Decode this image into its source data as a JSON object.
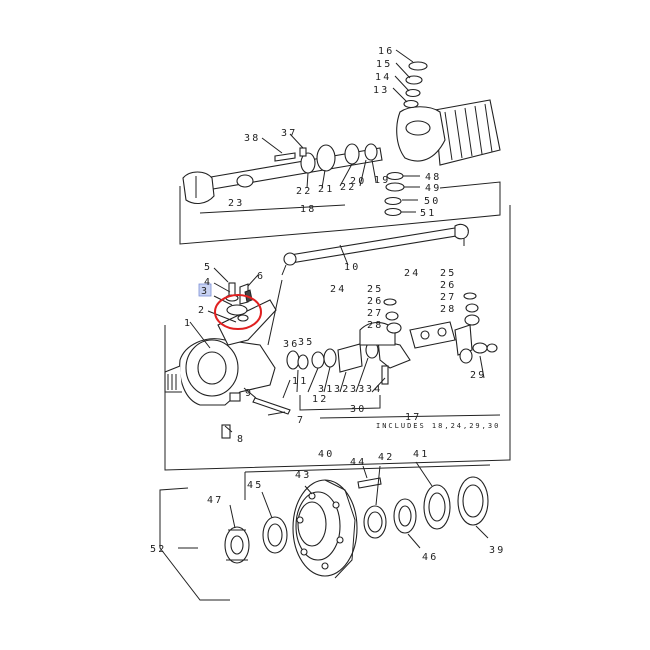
{
  "diagram": {
    "callouts": [
      {
        "id": "c16",
        "text": "16"
      },
      {
        "id": "c15",
        "text": "15"
      },
      {
        "id": "c14",
        "text": "14"
      },
      {
        "id": "c13",
        "text": "13"
      },
      {
        "id": "c38",
        "text": "38"
      },
      {
        "id": "c37",
        "text": "37"
      },
      {
        "id": "c22a",
        "text": "22"
      },
      {
        "id": "c21",
        "text": "21"
      },
      {
        "id": "c22b",
        "text": "22"
      },
      {
        "id": "c20",
        "text": "20"
      },
      {
        "id": "c19",
        "text": "19"
      },
      {
        "id": "c48",
        "text": "48"
      },
      {
        "id": "c49",
        "text": "49"
      },
      {
        "id": "c50",
        "text": "50"
      },
      {
        "id": "c51",
        "text": "51"
      },
      {
        "id": "c23",
        "text": "23"
      },
      {
        "id": "c18",
        "text": "18"
      },
      {
        "id": "c10",
        "text": "10"
      },
      {
        "id": "c5",
        "text": "5"
      },
      {
        "id": "c4",
        "text": "4"
      },
      {
        "id": "c3",
        "text": "3"
      },
      {
        "id": "c6",
        "text": "6"
      },
      {
        "id": "c2",
        "text": "2"
      },
      {
        "id": "c1",
        "text": "1"
      },
      {
        "id": "c24a",
        "text": "24"
      },
      {
        "id": "c25a",
        "text": "25"
      },
      {
        "id": "c26a",
        "text": "26"
      },
      {
        "id": "c27a",
        "text": "27"
      },
      {
        "id": "c28a",
        "text": "28"
      },
      {
        "id": "c24b",
        "text": "24"
      },
      {
        "id": "c25b",
        "text": "25"
      },
      {
        "id": "c26b",
        "text": "26"
      },
      {
        "id": "c27b",
        "text": "27"
      },
      {
        "id": "c28b",
        "text": "28"
      },
      {
        "id": "c36",
        "text": "36"
      },
      {
        "id": "c35",
        "text": "35"
      },
      {
        "id": "c11",
        "text": "11"
      },
      {
        "id": "c31",
        "text": "31"
      },
      {
        "id": "c32",
        "text": "32"
      },
      {
        "id": "c33",
        "text": "33"
      },
      {
        "id": "c34",
        "text": "34"
      },
      {
        "id": "c12",
        "text": "12"
      },
      {
        "id": "c30",
        "text": "30"
      },
      {
        "id": "c29",
        "text": "29"
      },
      {
        "id": "c17",
        "text": "17"
      },
      {
        "id": "c9",
        "text": "9"
      },
      {
        "id": "c7",
        "text": "7"
      },
      {
        "id": "c8",
        "text": "8"
      },
      {
        "id": "c40",
        "text": "40"
      },
      {
        "id": "c43",
        "text": "43"
      },
      {
        "id": "c44",
        "text": "44"
      },
      {
        "id": "c42",
        "text": "42"
      },
      {
        "id": "c41",
        "text": "41"
      },
      {
        "id": "c47",
        "text": "47"
      },
      {
        "id": "c45",
        "text": "45"
      },
      {
        "id": "c46",
        "text": "46"
      },
      {
        "id": "c39",
        "text": "39"
      },
      {
        "id": "c52",
        "text": "52"
      }
    ],
    "note": "INCLUDES 18,24,29,30",
    "highlighted_callout": "3",
    "colors": {
      "line": "#222222",
      "highlight_box": "#c9d3f2",
      "highlight_circle": "#e02020"
    }
  }
}
